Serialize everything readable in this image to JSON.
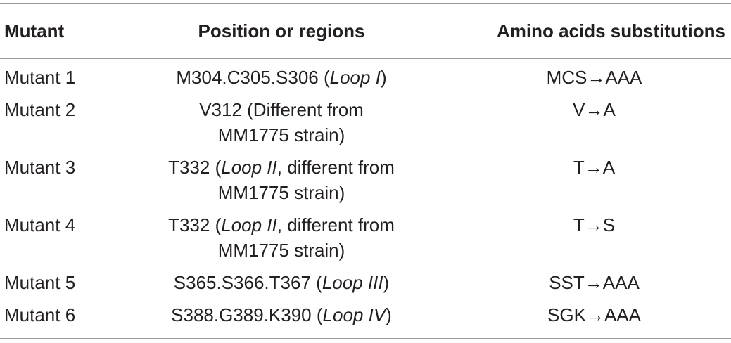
{
  "table": {
    "headers": {
      "mutant": "Mutant",
      "position": "Position or regions",
      "substitution": "Amino acids substitutions"
    },
    "rows": [
      {
        "mutant": "Mutant 1",
        "pos_pre": "M304.C305.S306 (",
        "pos_italic": "Loop I",
        "pos_post": ")",
        "pos_line2": "",
        "substitution": "MCS→AAA"
      },
      {
        "mutant": "Mutant 2",
        "pos_pre": "V312 (Different from",
        "pos_italic": "",
        "pos_post": "",
        "pos_line2": "MM1775 strain)",
        "substitution": "V→A"
      },
      {
        "mutant": "Mutant 3",
        "pos_pre": "T332 (",
        "pos_italic": "Loop II",
        "pos_post": ", different from",
        "pos_line2": "MM1775 strain)",
        "substitution": "T→A"
      },
      {
        "mutant": "Mutant 4",
        "pos_pre": "T332 (",
        "pos_italic": "Loop II",
        "pos_post": ", different from",
        "pos_line2": "MM1775 strain)",
        "substitution": "T→S"
      },
      {
        "mutant": "Mutant 5",
        "pos_pre": "S365.S366.T367 (",
        "pos_italic": "Loop III",
        "pos_post": ")",
        "pos_line2": "",
        "substitution": "SST→AAA"
      },
      {
        "mutant": "Mutant 6",
        "pos_pre": "S388.G389.K390 (",
        "pos_italic": "Loop IV",
        "pos_post": ")",
        "pos_line2": "",
        "substitution": "SGK→AAA"
      }
    ]
  }
}
